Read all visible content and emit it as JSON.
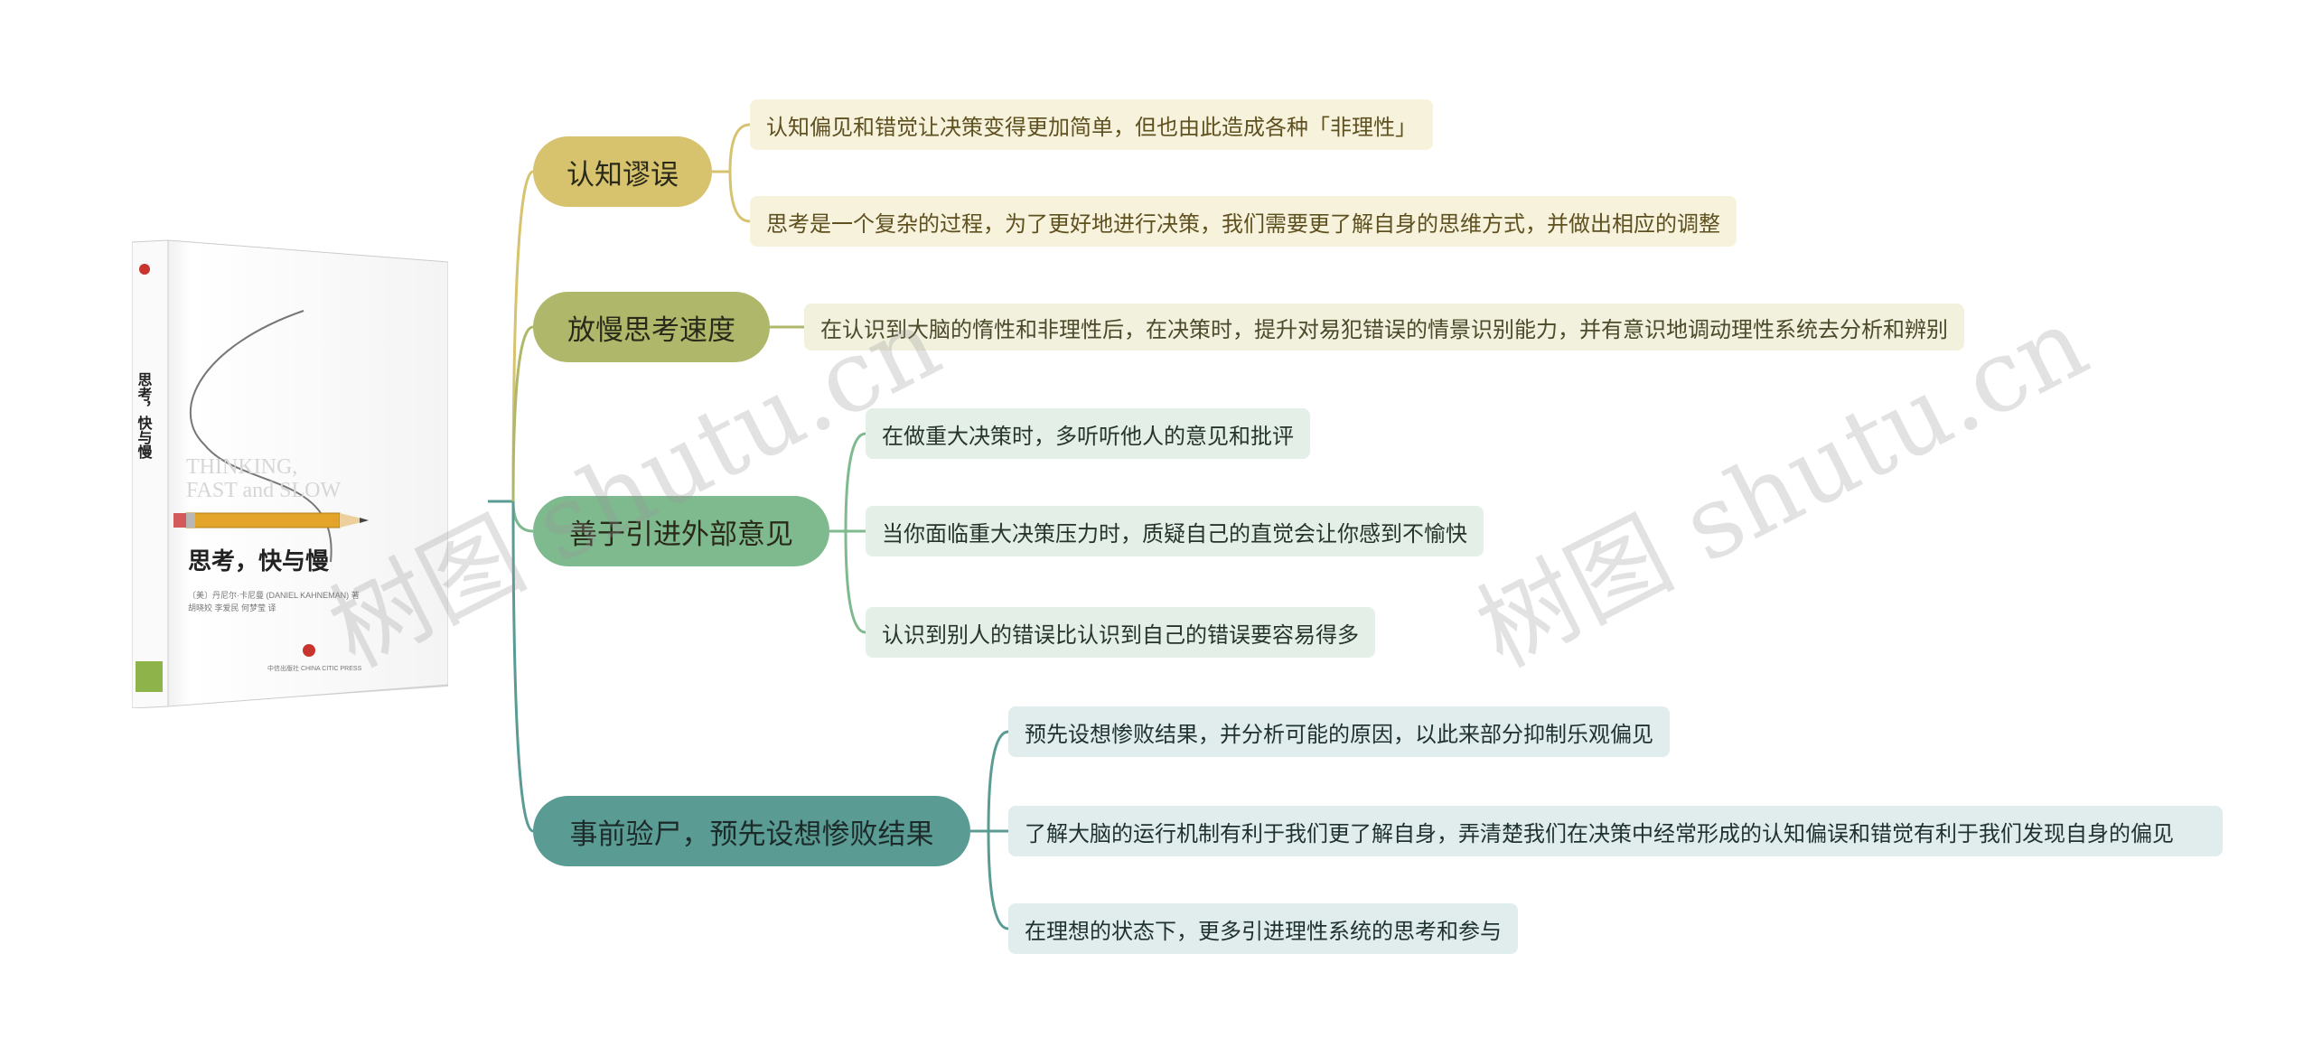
{
  "book": {
    "title_vertical": "思考，快与慢",
    "title_en_line1": "THINKING,",
    "title_en_line2": "FAST and SLOW",
    "title_cn": "思考，快与慢",
    "author_line": "〔美〕丹尼尔·卡尼曼 (DANIEL KAHNEMAN) 著",
    "translator_line": "胡晓姣  李爱民  何梦莹  译",
    "publisher": "中信出版社 CHINA CITIC PRESS"
  },
  "branches": [
    {
      "label": "认知谬误",
      "color": "#d7c26e",
      "children": [
        "认知偏见和错觉让决策变得更加简单，但也由此造成各种「非理性」",
        "思考是一个复杂的过程，为了更好地进行决策，我们需要更了解自身的思维方式，并做出相应的调整"
      ]
    },
    {
      "label": "放慢思考速度",
      "color": "#afb86a",
      "children": [
        "在认识到大脑的惰性和非理性后，在决策时，提升对易犯错误的情景识别能力，并有意识地调动理性系统去分析和辨别"
      ]
    },
    {
      "label": "善于引进外部意见",
      "color": "#7fb98e",
      "children": [
        "在做重大决策时，多听听他人的意见和批评",
        "当你面临重大决策压力时，质疑自己的直觉会让你感到不愉快",
        "认识到别人的错误比认识到自己的错误要容易得多"
      ]
    },
    {
      "label": "事前验尸，预先设想惨败结果",
      "color": "#5a9c94",
      "children": [
        "预先设想惨败结果，并分析可能的原因，以此来部分抑制乐观偏见",
        "了解大脑的运行机制有利于我们更了解自身，弄清楚我们在决策中经常形成的认知偏误和错觉有利于我们发现自身的偏见",
        "在理想的状态下，更多引进理性系统的思考和参与"
      ]
    }
  ],
  "watermark": "树图 shutu.cn"
}
